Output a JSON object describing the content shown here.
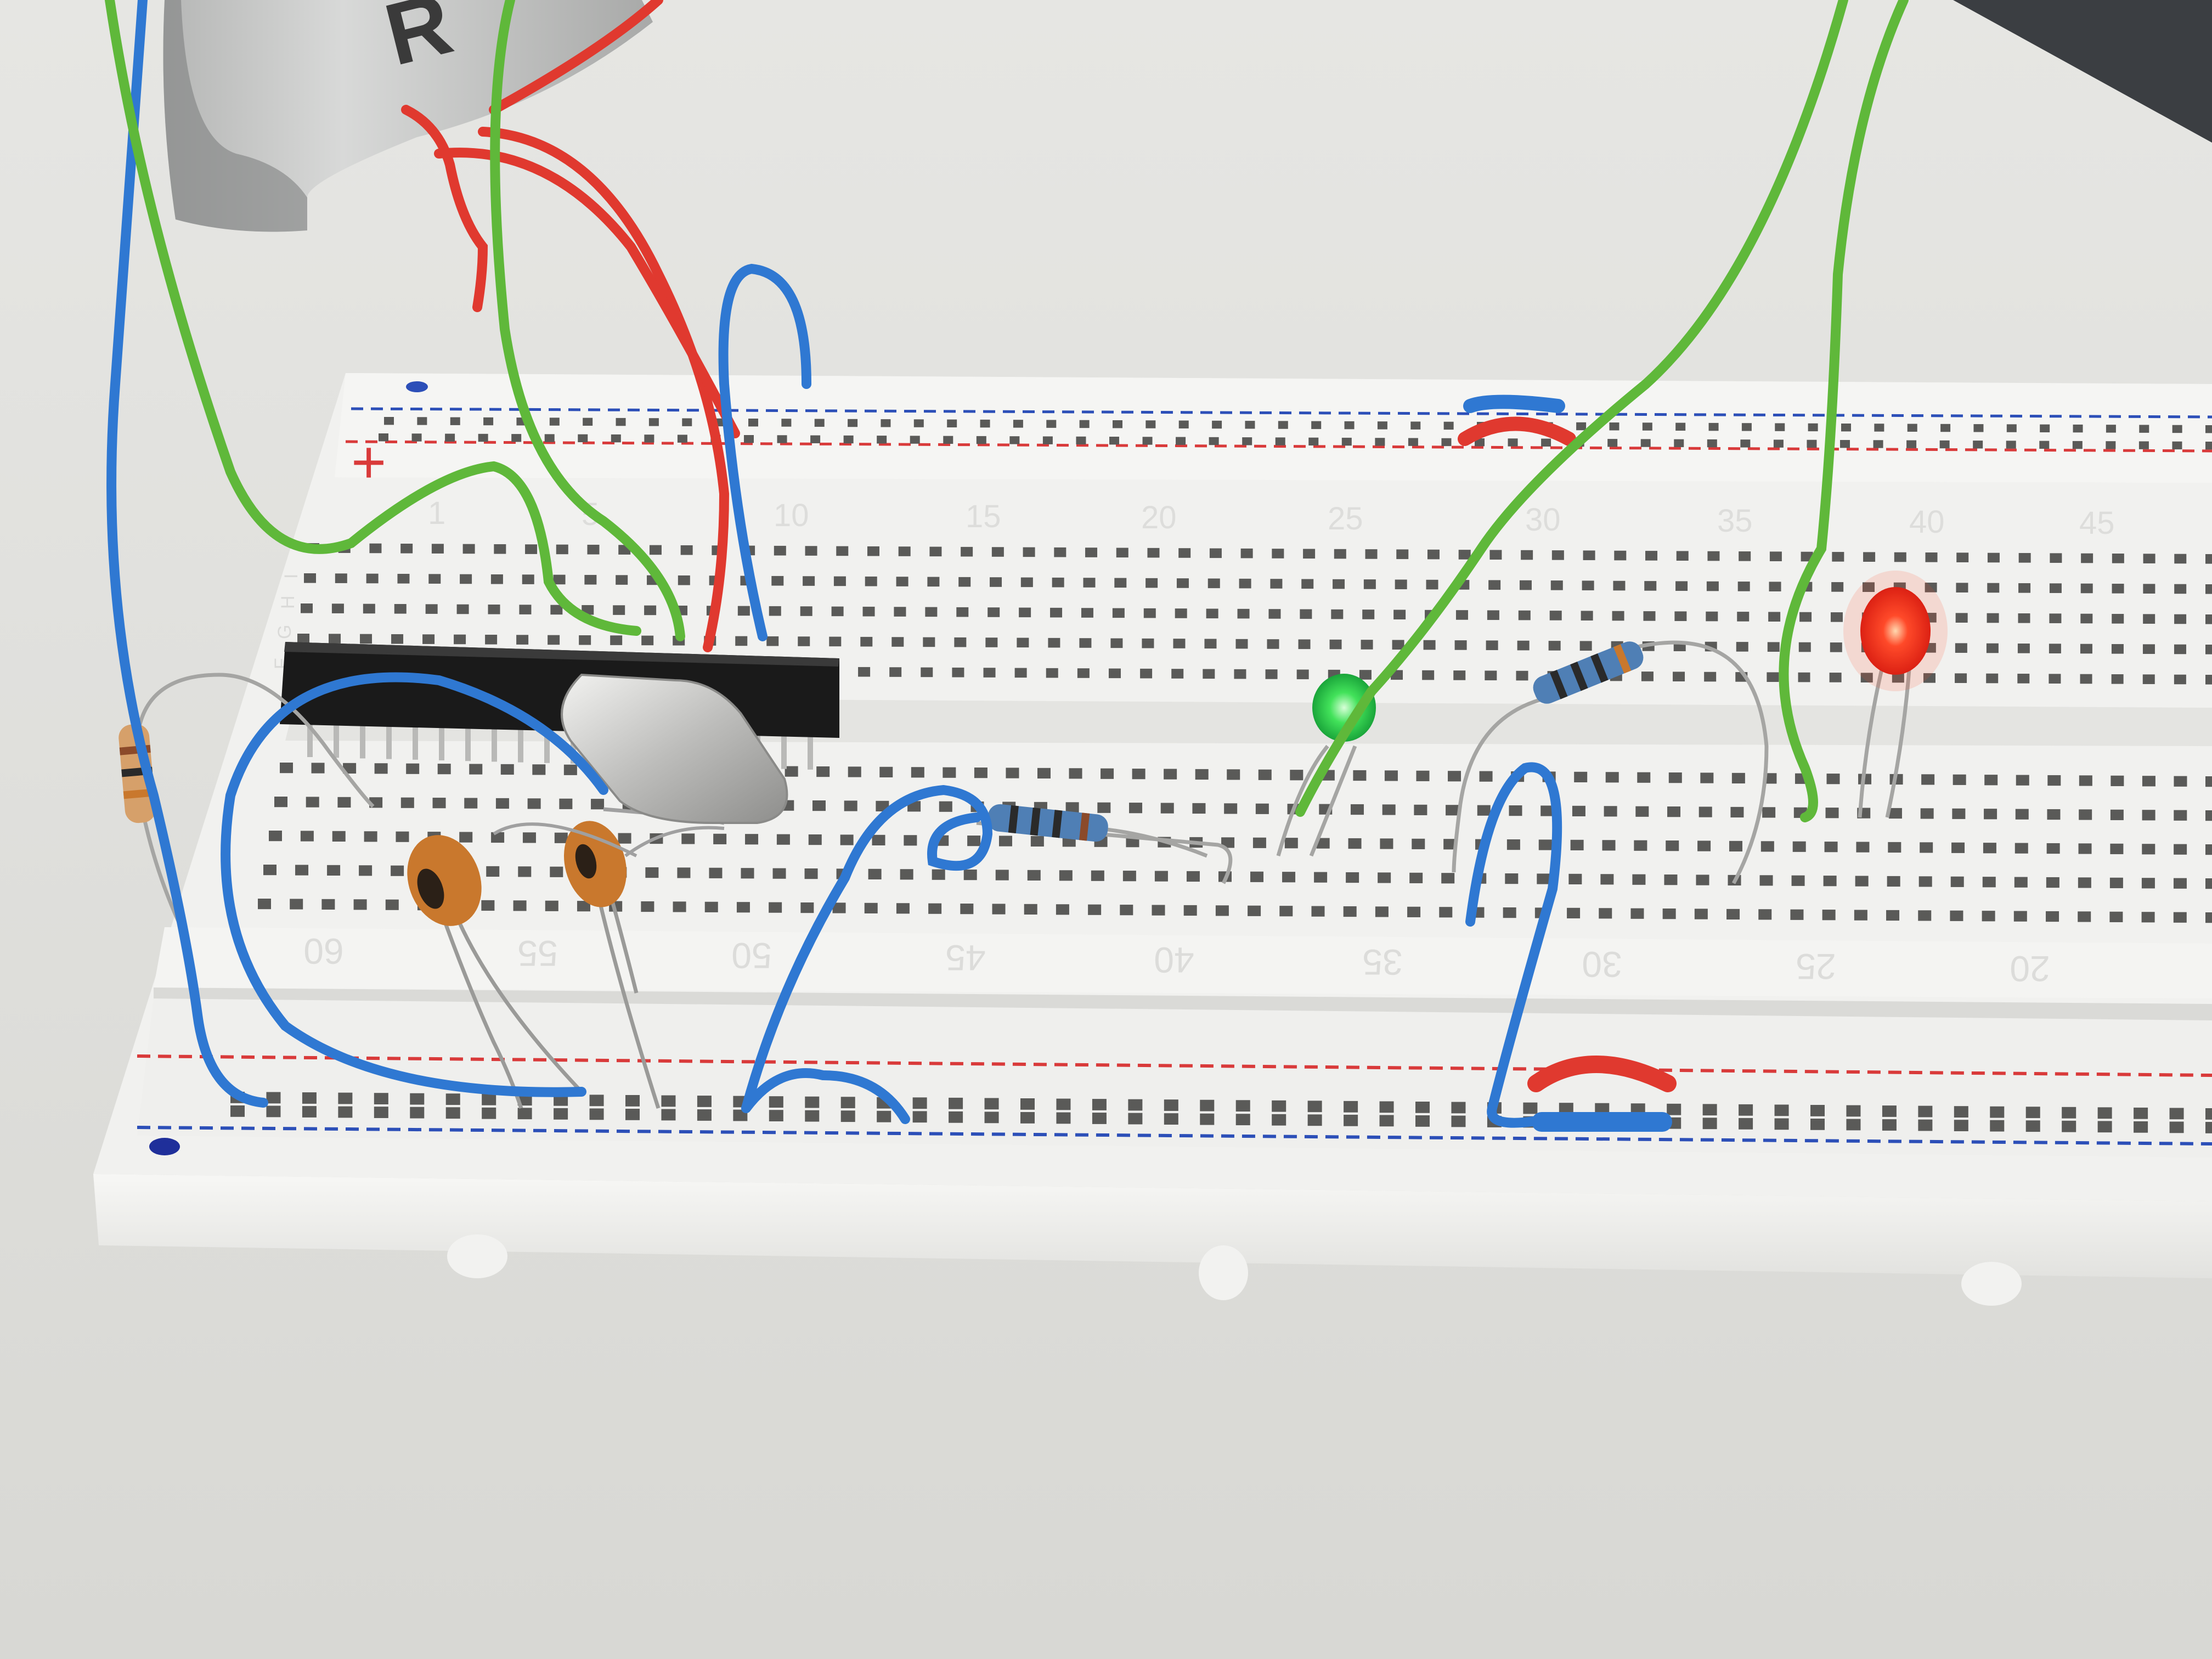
{
  "scene": {
    "subject": "",
    "colors": {
      "table": "#dedfdc",
      "breadboard": "#f3f3f1",
      "hole": "#5a5a58",
      "rail_red": "#d93a3a",
      "rail_blue": "#2c4fb8",
      "wire_green": "#5fb83a",
      "wire_blue": "#2f78d2",
      "wire_red": "#e0392f",
      "chip": "#1a1a1a",
      "crystal": "#c9c9c9",
      "capacitor": "#c9782d",
      "led_green": "#3ee060",
      "led_red": "#ff2a1a",
      "battery": "#b5b6b5"
    }
  },
  "battery": {
    "label": "R"
  },
  "top_rail": {
    "sign": "+"
  },
  "top_row_numbers": [
    "1",
    "5",
    "10",
    "15",
    "20",
    "25",
    "30",
    "35",
    "40",
    "45"
  ],
  "bottom_row_numbers": [
    "60",
    "55",
    "50",
    "45",
    "40",
    "35",
    "30",
    "25",
    "20"
  ],
  "side_letters_left": [
    "J",
    "I",
    "H",
    "G",
    "F"
  ]
}
